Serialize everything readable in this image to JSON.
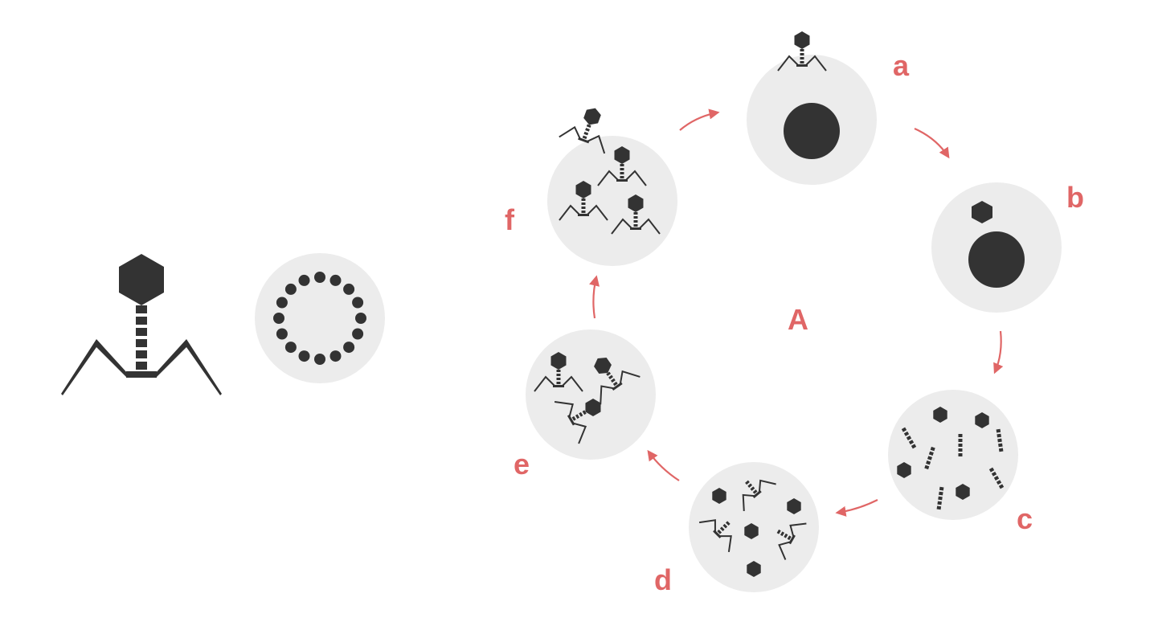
{
  "diagram": {
    "center_label": "A",
    "stage_labels": [
      "a",
      "b",
      "c",
      "d",
      "e",
      "f"
    ],
    "colors": {
      "label": "#e06666",
      "arrow": "#e06666",
      "cell": "#ececec",
      "dark": "#333333"
    },
    "icons": [
      "bacteriophage-icon",
      "bacterium-cell-icon",
      "cycle-arrow-icon"
    ]
  }
}
